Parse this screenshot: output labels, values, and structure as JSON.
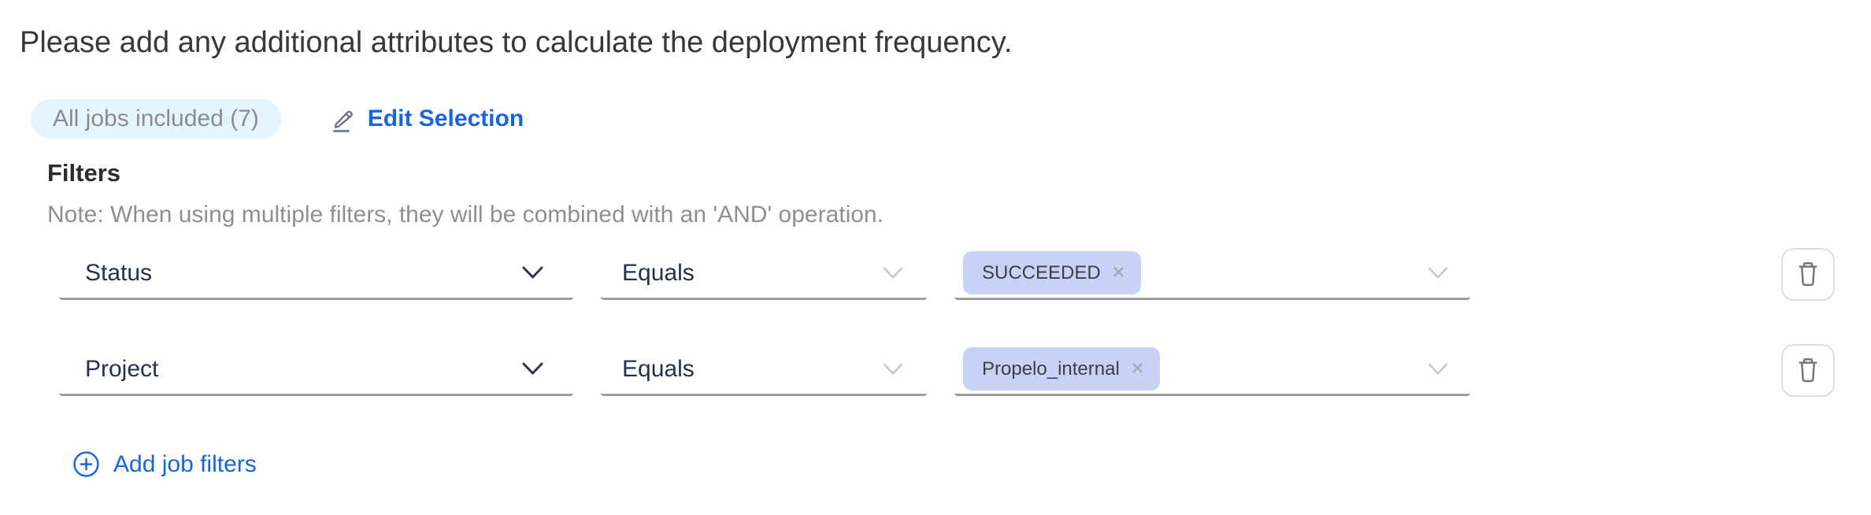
{
  "instruction": "Please add any additional attributes to calculate the deployment frequency.",
  "selection": {
    "badge_label": "All jobs included (7)",
    "edit_label": "Edit Selection"
  },
  "filters": {
    "heading": "Filters",
    "note": "Note: When using multiple filters, they will be combined with an 'AND' operation.",
    "add_label": "Add job filters",
    "rows": [
      {
        "attribute": "Status",
        "operator": "Equals",
        "value_tags": [
          "SUCCEEDED"
        ]
      },
      {
        "attribute": "Project",
        "operator": "Equals",
        "value_tags": [
          "Propelo_internal"
        ]
      }
    ]
  },
  "glyphs": {
    "remove_tag": "✕"
  },
  "colors": {
    "link_blue": "#1766e0",
    "badge_bg": "#e4f5fe",
    "badge_text": "#8c8c8c",
    "tag_bg": "#c8d2f7",
    "select_text": "#24304f",
    "underline": "#9e9e9e",
    "note_gray": "#8f8f8f",
    "chevron_dark": "#2a3752",
    "chevron_light": "#c5c5c9",
    "icon_gray": "#757575"
  }
}
